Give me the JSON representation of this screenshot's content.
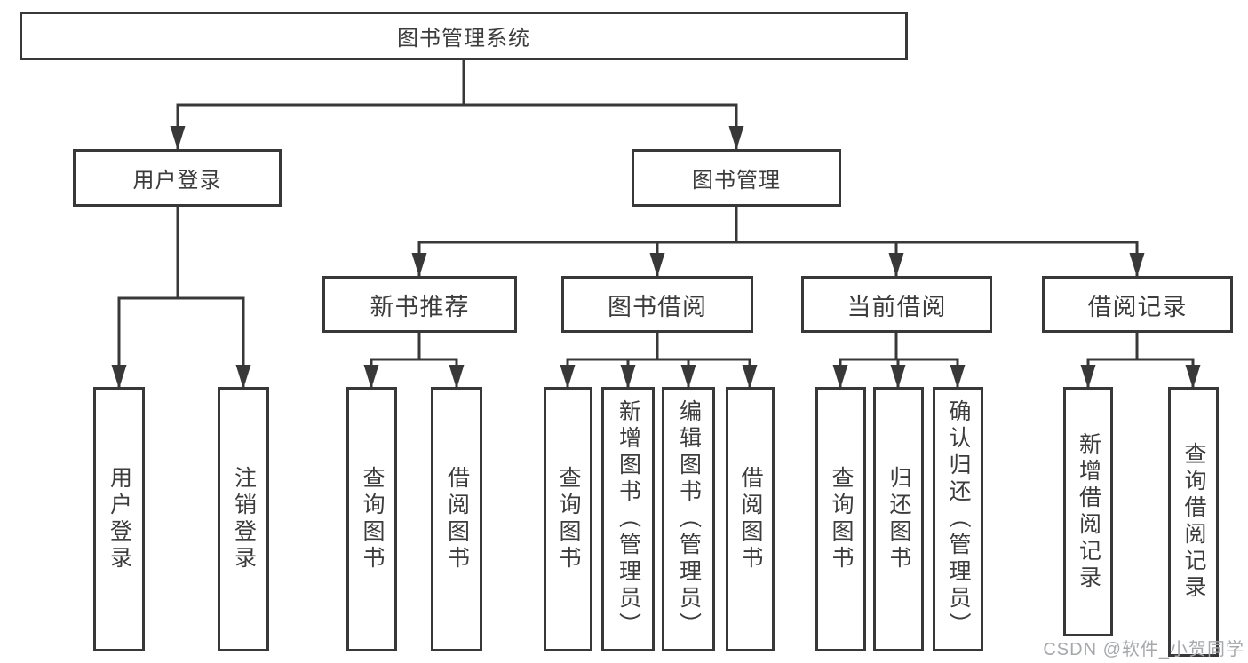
{
  "diagram": {
    "root": {
      "label": "图书管理系统",
      "children": [
        {
          "label": "用户登录",
          "children": [
            {
              "label": "用户登录"
            },
            {
              "label": "注销登录"
            }
          ]
        },
        {
          "label": "图书管理",
          "children": [
            {
              "label": "新书推荐",
              "children": [
                {
                  "label": "查询图书"
                },
                {
                  "label": "借阅图书"
                }
              ]
            },
            {
              "label": "图书借阅",
              "children": [
                {
                  "label": "查询图书"
                },
                {
                  "label": "新增图书（管理员）"
                },
                {
                  "label": "编辑图书（管理员）"
                },
                {
                  "label": "借阅图书"
                }
              ]
            },
            {
              "label": "当前借阅",
              "children": [
                {
                  "label": "查询图书"
                },
                {
                  "label": "归还图书"
                },
                {
                  "label": "确认归还（管理员）"
                }
              ]
            },
            {
              "label": "借阅记录",
              "children": [
                {
                  "label": "新增借阅记录"
                },
                {
                  "label": "查询借阅记录"
                }
              ]
            }
          ]
        }
      ]
    }
  },
  "watermark": {
    "text": "CSDN @软件_小贺同学"
  },
  "colors": {
    "line": "#383838",
    "text": "#3c3c3c",
    "background": "#ffffff",
    "watermark": "#a6a8ab"
  }
}
